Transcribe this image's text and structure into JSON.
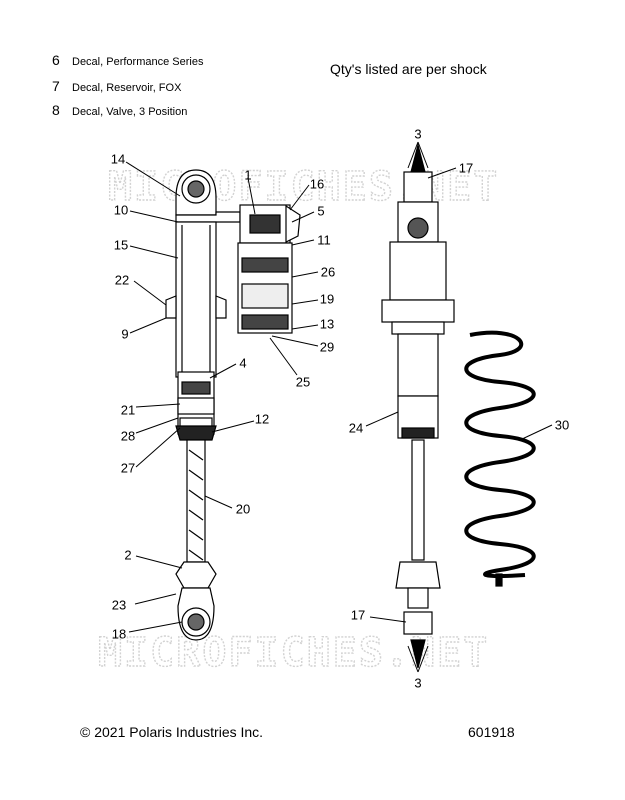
{
  "legend": [
    {
      "num": "6",
      "label": "Decal, Performance Series"
    },
    {
      "num": "7",
      "label": "Decal, Reservoir, FOX"
    },
    {
      "num": "8",
      "label": "Decal, Valve, 3 Position"
    }
  ],
  "note": "Qty's listed are per shock",
  "watermark": "MICROFICHES.NET",
  "footer": {
    "copyright": "© 2021 Polaris Industries Inc.",
    "part_number": "601918"
  },
  "callouts": {
    "c14": "14",
    "c1": "1",
    "c16": "16",
    "c10": "10",
    "c5": "5",
    "c11": "11",
    "c15": "15",
    "c26": "26",
    "c22": "22",
    "c19": "19",
    "c9": "9",
    "c13": "13",
    "c29": "29",
    "c4": "4",
    "c25": "25",
    "c21": "21",
    "c12": "12",
    "c28": "28",
    "c27": "27",
    "c20": "20",
    "c2": "2",
    "c23": "23",
    "c18": "18",
    "c3_top": "3",
    "c17_top": "17",
    "c24": "24",
    "c30": "30",
    "c17_bottom": "17",
    "c3_bottom": "3"
  }
}
